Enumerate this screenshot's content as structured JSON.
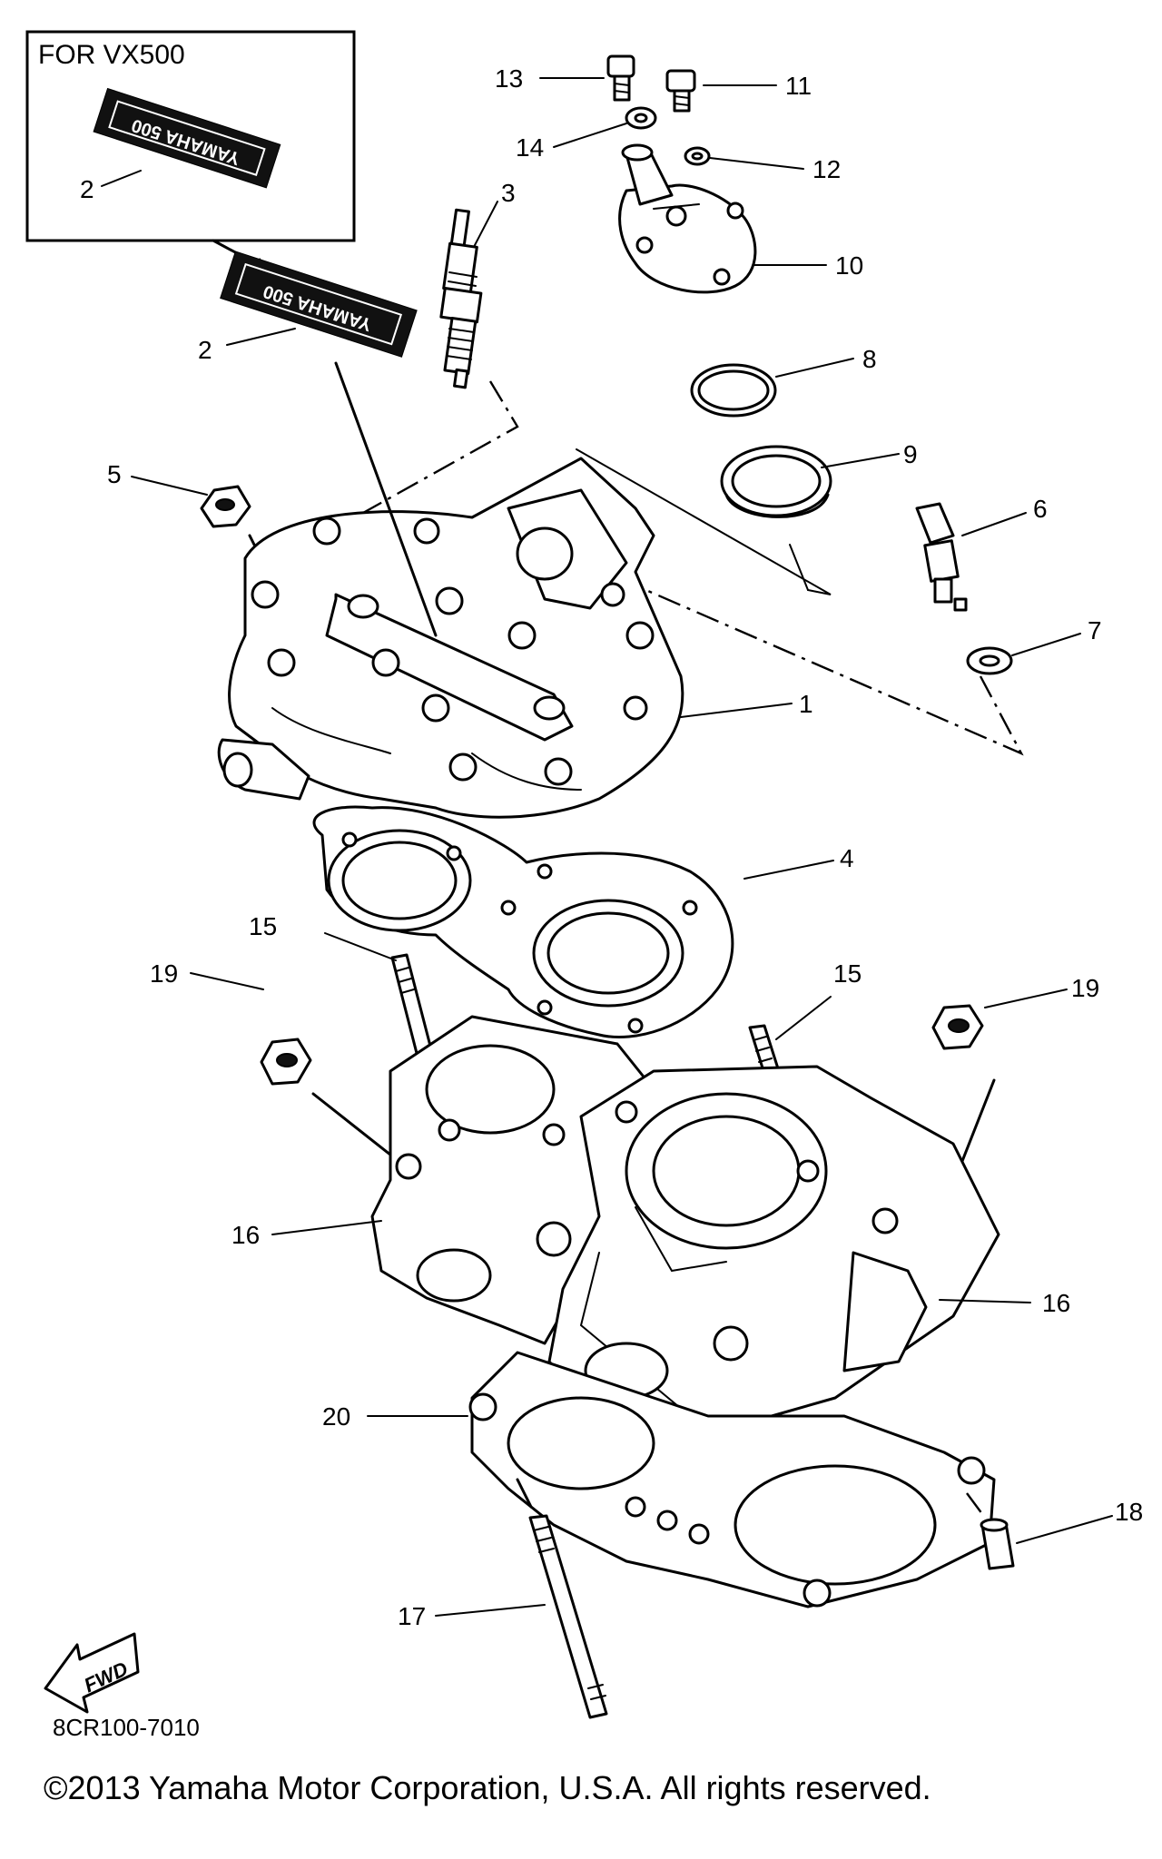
{
  "inset": {
    "title": "FOR VX500",
    "callout": "2"
  },
  "decal_text": "YAMAHA 500",
  "callouts": {
    "c1": "1",
    "c2": "2",
    "c3": "3",
    "c4": "4",
    "c5": "5",
    "c6": "6",
    "c7": "7",
    "c8": "8",
    "c9": "9",
    "c10": "10",
    "c11": "11",
    "c12": "12",
    "c13": "13",
    "c14": "14",
    "c15a": "15",
    "c15b": "15",
    "c16a": "16",
    "c16b": "16",
    "c17": "17",
    "c18": "18",
    "c19a": "19",
    "c19b": "19",
    "c20": "20"
  },
  "fwd_label": "FWD",
  "diagram_code": "8CR100-7010",
  "copyright": "©2013 Yamaha Motor Corporation, U.S.A. All rights reserved."
}
